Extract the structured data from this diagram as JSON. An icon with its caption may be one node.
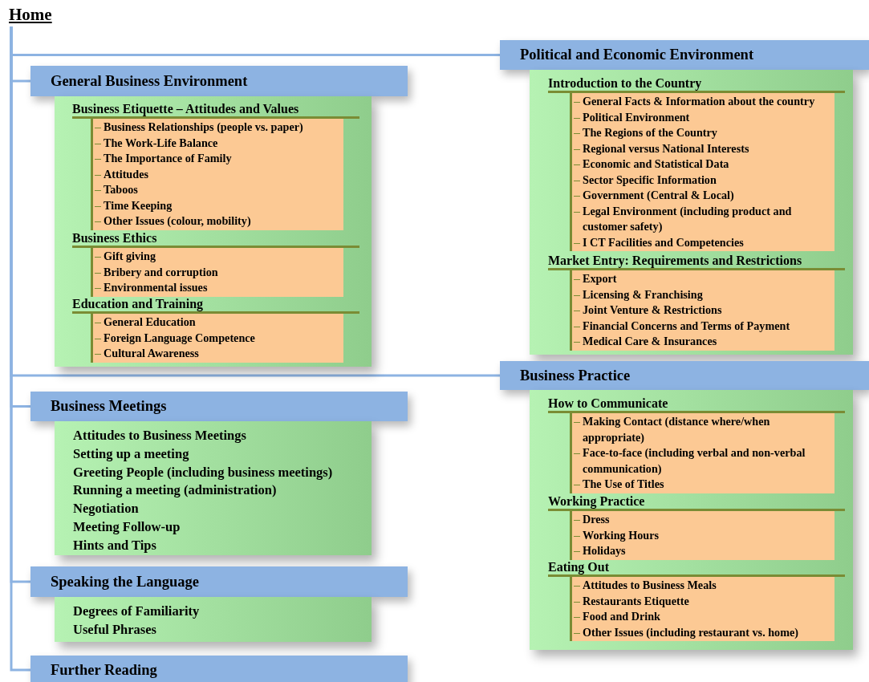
{
  "diagram": {
    "nodes": [
      {
        "text": [
          "Home"
        ]
      },
      {
        "text": [
          "General Business Environment"
        ]
      },
      {
        "text": [],
        "shape": "box"
      },
      {
        "text": [
          "Business Etiquette – Attitudes and Values",
          "Business Relationships (people vs. paper)",
          "The Work-Life Balance",
          "The Importance of Family",
          "Attitudes",
          "Taboos",
          "Time Keeping",
          "Other Issues (colour, mobility)"
        ],
        "in": 2
      },
      {
        "text": [
          "Business Ethics",
          "Gift giving",
          "Bribery and corruption",
          "Environmental issues"
        ],
        "in": 2
      },
      {
        "text": [
          "Education and Training",
          "General Education",
          "Foreign Language Competence",
          "Cultural Awareness"
        ],
        "in": 2
      },
      {
        "text": [
          "Business Meetings"
        ]
      },
      {
        "text": [
          "Attitudes to Business Meetings",
          "Setting up a meeting",
          "Greeting People (including business meetings)",
          "Running a meeting (administration)",
          "Negotiation",
          "Meeting Follow-up",
          "Hints and Tips"
        ]
      },
      {
        "text": [
          "Speaking the Language"
        ]
      },
      {
        "text": [
          "Degrees of Familiarity",
          "Useful Phrases"
        ]
      },
      {
        "text": [
          "Further Reading"
        ]
      },
      {
        "text": [
          "Political and Economic Environment"
        ]
      },
      {
        "text": [],
        "shape": "box"
      },
      {
        "text": [
          "Introduction to the Country",
          "General Facts & Information about the country",
          "Political Environment",
          "The Regions of the Country",
          "Regional versus National Interests",
          "Economic and Statistical Data",
          "Sector Specific Information",
          "Government (Central & Local)",
          "Legal Environment (including product and customer safety)",
          "I CT Facilities and Competencies"
        ],
        "in": 12
      },
      {
        "text": [
          "Market Entry: Requirements and Restrictions",
          "Export",
          "Licensing & Franchising",
          "Joint Venture &  Restrictions",
          "Financial Concerns and Terms of Payment",
          "Medical Care & Insurances"
        ],
        "in": 12
      },
      {
        "text": [
          "Business Practice"
        ]
      },
      {
        "text": [],
        "shape": "box"
      },
      {
        "text": [
          "How to Communicate",
          "Making Contact (distance where/when appropriate)",
          "Face-to-face (including verbal and non-verbal communication)",
          "The Use of Titles"
        ],
        "in": 16
      },
      {
        "text": [
          "Working Practice",
          "Dress",
          "Working Hours",
          "Holidays"
        ],
        "in": 16
      },
      {
        "text": [
          "Eating Out",
          "Attitudes to Business Meals",
          "Restaurants Etiquette",
          "Food and Drink",
          "Other Issues (including restaurant vs. home)"
        ],
        "in": 16
      }
    ],
    "edges": [
      {
        "from": 0,
        "to": 1,
        "arrow": "none"
      },
      {
        "from": 0,
        "to": 6,
        "arrow": "none"
      },
      {
        "from": 0,
        "to": 8,
        "arrow": "none"
      },
      {
        "from": 0,
        "to": 10,
        "arrow": "none"
      },
      {
        "from": 0,
        "to": 11,
        "arrow": "none"
      },
      {
        "from": 0,
        "to": 15,
        "arrow": "none"
      }
    ]
  }
}
